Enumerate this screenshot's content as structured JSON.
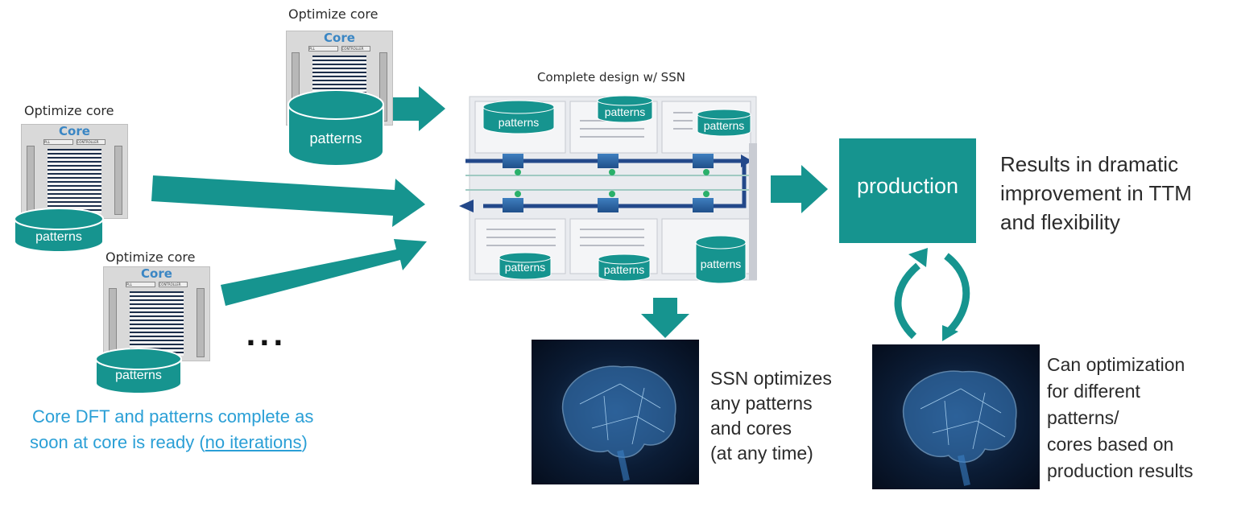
{
  "cores": {
    "top": {
      "label": "Optimize core",
      "title": "Core",
      "pll": "PLL",
      "controller": "CONTROLLER",
      "patterns": "patterns"
    },
    "left": {
      "label": "Optimize core",
      "title": "Core",
      "pll": "PLL",
      "controller": "CONTROLLER",
      "patterns": "patterns"
    },
    "bottom": {
      "label": "Optimize core",
      "title": "Core",
      "pll": "PLL",
      "controller": "CONTROLLER",
      "patterns": "patterns"
    }
  },
  "ellipsis": "...",
  "caption": {
    "line1": "Core DFT and patterns complete as",
    "line2_prefix": "soon at core is ready (",
    "line2_underlined": "no iterations",
    "line2_suffix": ")"
  },
  "design": {
    "label": "Complete design w/ SSN",
    "patterns": [
      "patterns",
      "patterns",
      "patterns",
      "patterns",
      "patterns",
      "patterns"
    ]
  },
  "production": {
    "label": "production"
  },
  "result": {
    "line1": "Results in dramatic",
    "line2": "improvement in TTM",
    "line3": "and flexibility"
  },
  "ssn_note": {
    "line1": "SSN optimizes",
    "line2": "any patterns",
    "line3": "and cores",
    "line4": "(at any time)"
  },
  "can_note": {
    "line1": "Can optimization",
    "line2": "for different",
    "line3": "patterns/",
    "line4": "cores based on",
    "line5": "production results"
  },
  "colors": {
    "teal": "#16948f",
    "blue_text": "#2a9fd6",
    "navy": "#1f3f7a",
    "dark_brain": "#0b1c35"
  }
}
